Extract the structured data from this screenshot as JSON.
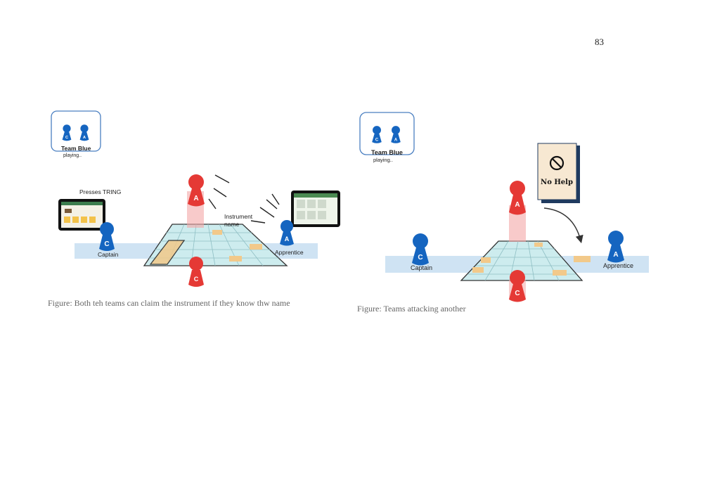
{
  "page": {
    "number": "83"
  },
  "figure_left": {
    "team_badge": {
      "title": "Team Blue",
      "status": "playing.."
    },
    "badge_pawns": [
      "C",
      "A"
    ],
    "action_label": "Presses TRING",
    "speech_label_line1": "Instrument",
    "speech_label_line2": "name",
    "captain_label": "Captain",
    "apprentice_label": "Apprentice",
    "pawn_letters": {
      "captain": "C",
      "apprentice": "A",
      "red_top": "A",
      "red_bottom": "C"
    },
    "caption": "Figure: Both teh teams can claim the instrument  if they know thw name"
  },
  "figure_right": {
    "team_badge": {
      "title": "Team Blue",
      "status": "playing.."
    },
    "badge_pawns": [
      "C",
      "A"
    ],
    "sign_text": "No Help",
    "captain_label": "Captain",
    "apprentice_label": "Apprentice",
    "pawn_letters": {
      "captain": "C",
      "apprentice": "A",
      "red_top": "A",
      "red_bottom": "C"
    },
    "caption": "Figure: Teams attacking another"
  },
  "colors": {
    "blue_pawn": "#1565c0",
    "red_pawn": "#e53935",
    "board": "#cdecee",
    "track": "#cfe3f3",
    "tile": "#f2c98a",
    "sign": "#f7e8d2"
  }
}
